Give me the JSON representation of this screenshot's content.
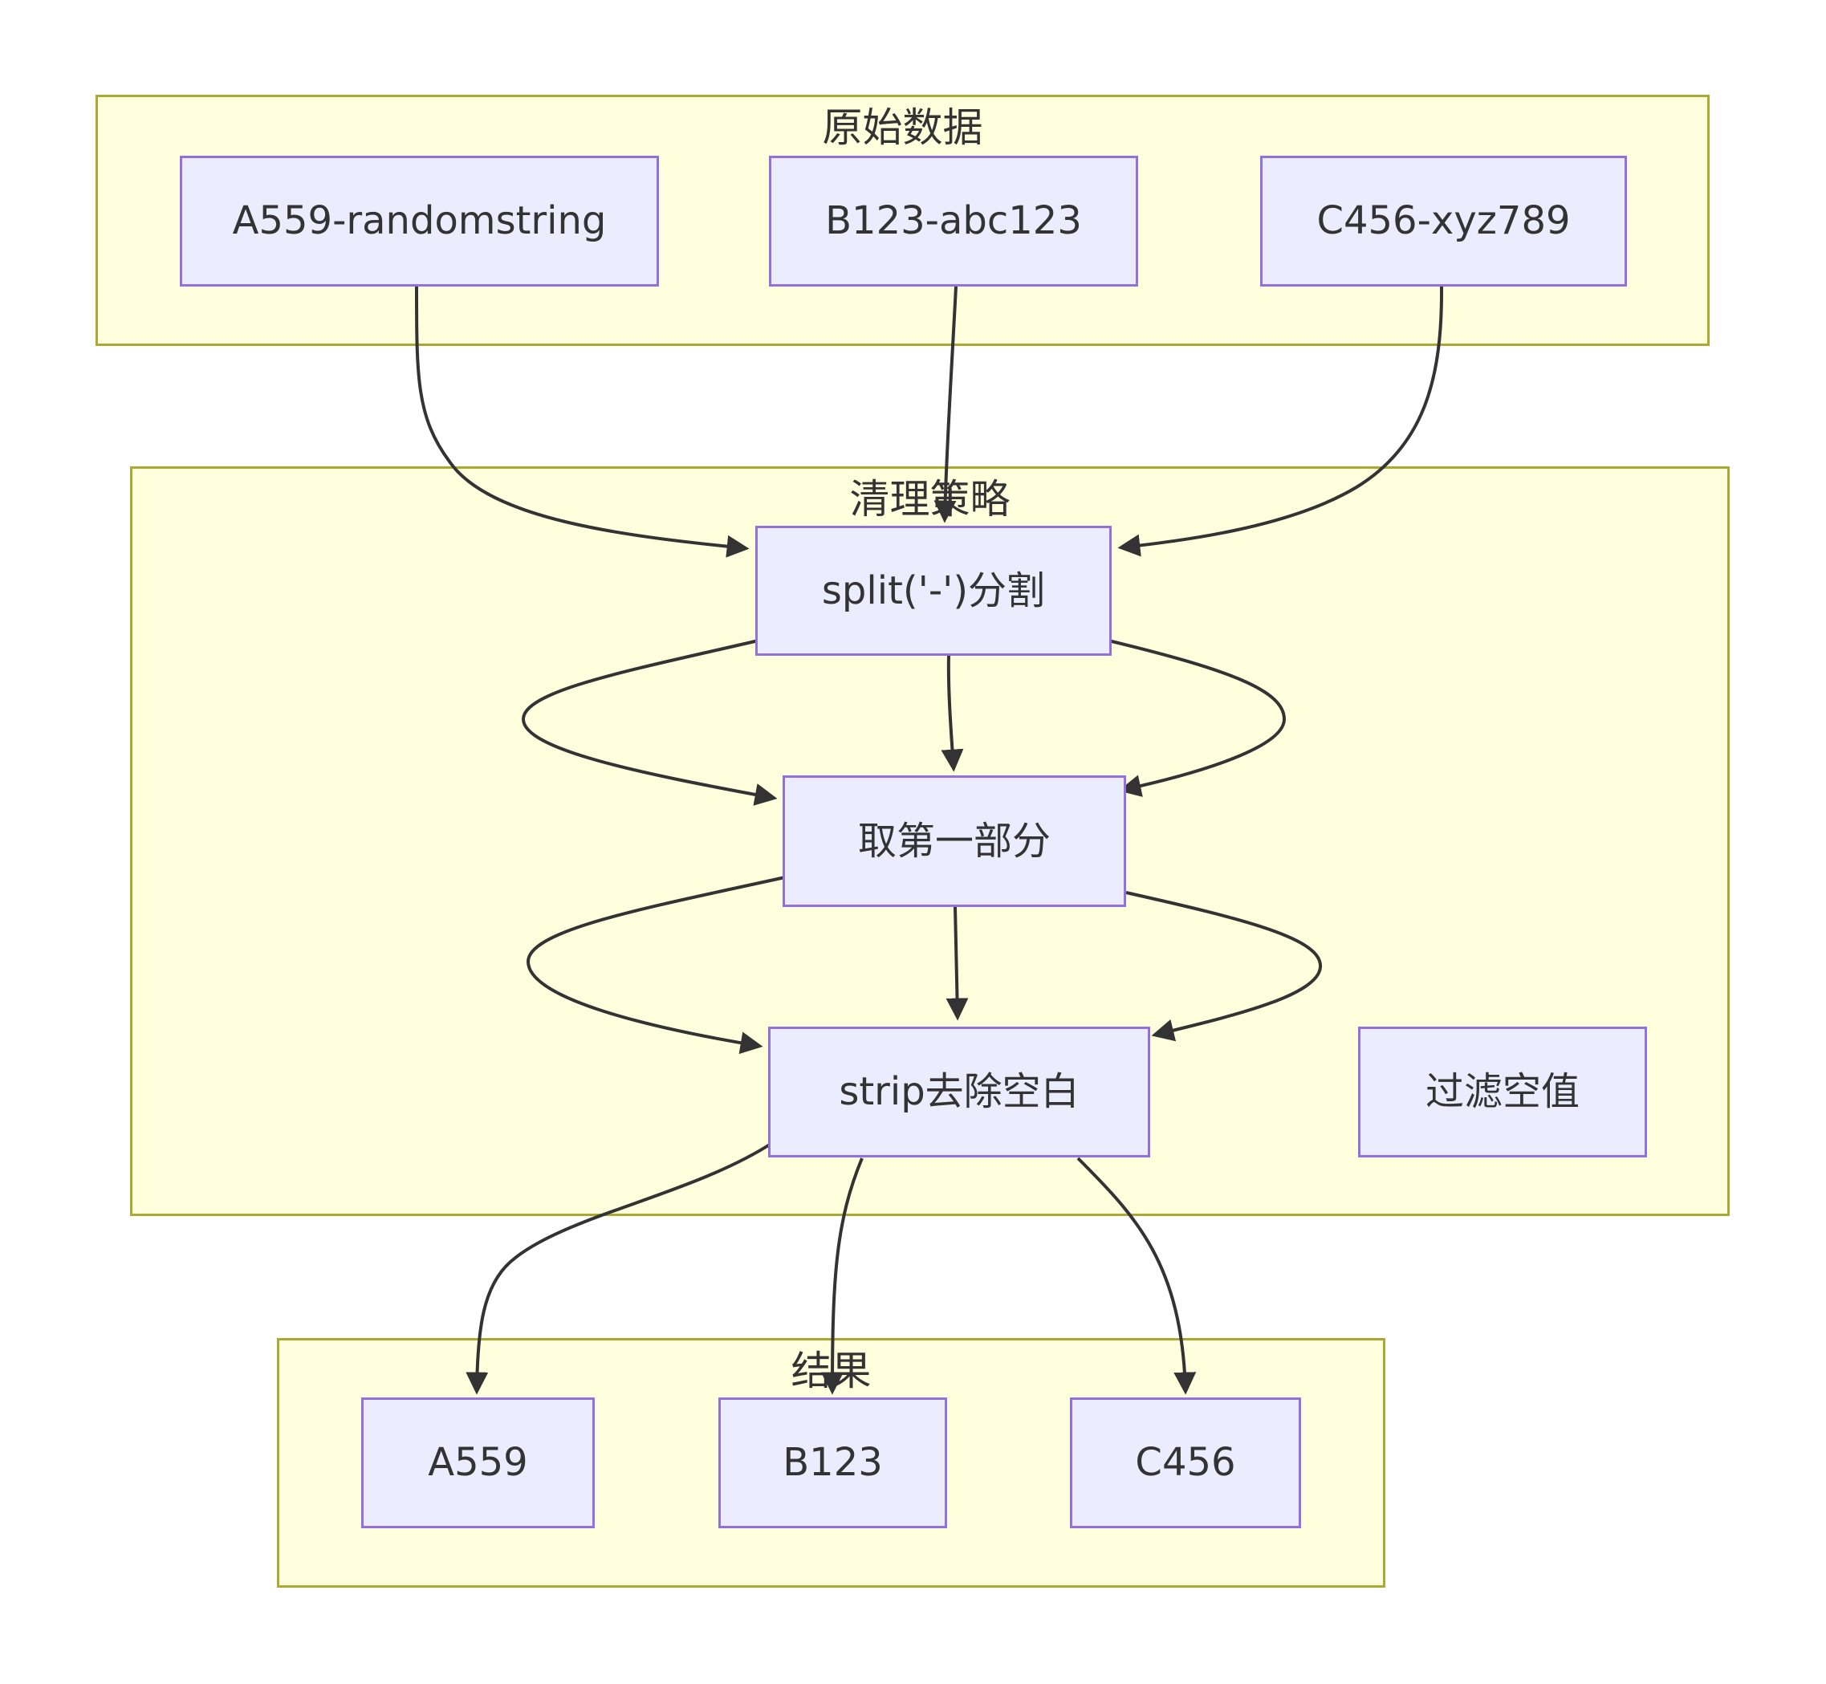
{
  "diagram": {
    "type": "flowchart",
    "colors": {
      "page_background": "#ffffff",
      "group_fill": "#ffffde",
      "group_border": "#aaaa33",
      "node_fill": "#ececff",
      "node_border": "#9370db",
      "edge_stroke": "#333333",
      "text": "#333333"
    },
    "groups": [
      {
        "label": "原始数据"
      },
      {
        "label": "清理策略"
      },
      {
        "label": "结果"
      }
    ],
    "nodes": [
      {
        "label": "A559-randomstring",
        "group": "原始数据"
      },
      {
        "label": "B123-abc123",
        "group": "原始数据"
      },
      {
        "label": "C456-xyz789",
        "group": "原始数据"
      },
      {
        "label": "split('-')分割",
        "group": "清理策略"
      },
      {
        "label": "取第一部分",
        "group": "清理策略"
      },
      {
        "label": "strip去除空白",
        "group": "清理策略"
      },
      {
        "label": "过滤空值",
        "group": "清理策略"
      },
      {
        "label": "A559",
        "group": "结果"
      },
      {
        "label": "B123",
        "group": "结果"
      },
      {
        "label": "C456",
        "group": "结果"
      }
    ],
    "flows": [
      {
        "from": "A559-randomstring",
        "to": "split('-')分割"
      },
      {
        "from": "B123-abc123",
        "to": "split('-')分割"
      },
      {
        "from": "C456-xyz789",
        "to": "split('-')分割"
      },
      {
        "from": "split('-')分割",
        "to": "取第一部分",
        "lane": "left"
      },
      {
        "from": "split('-')分割",
        "to": "取第一部分",
        "lane": "middle"
      },
      {
        "from": "split('-')分割",
        "to": "取第一部分",
        "lane": "right"
      },
      {
        "from": "取第一部分",
        "to": "strip去除空白",
        "lane": "left"
      },
      {
        "from": "取第一部分",
        "to": "strip去除空白",
        "lane": "middle"
      },
      {
        "from": "取第一部分",
        "to": "strip去除空白",
        "lane": "right"
      },
      {
        "from": "strip去除空白",
        "to": "A559"
      },
      {
        "from": "strip去除空白",
        "to": "B123"
      },
      {
        "from": "strip去除空白",
        "to": "C456"
      }
    ]
  }
}
